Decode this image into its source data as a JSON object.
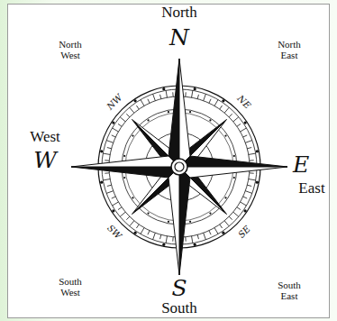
{
  "diagram": {
    "labels": [
      "North",
      "N",
      "North West",
      "NW",
      "North East",
      "NE",
      "West",
      "W",
      "E",
      "East",
      "SW",
      "SE",
      "South West",
      "S",
      "South",
      "South East"
    ]
  }
}
